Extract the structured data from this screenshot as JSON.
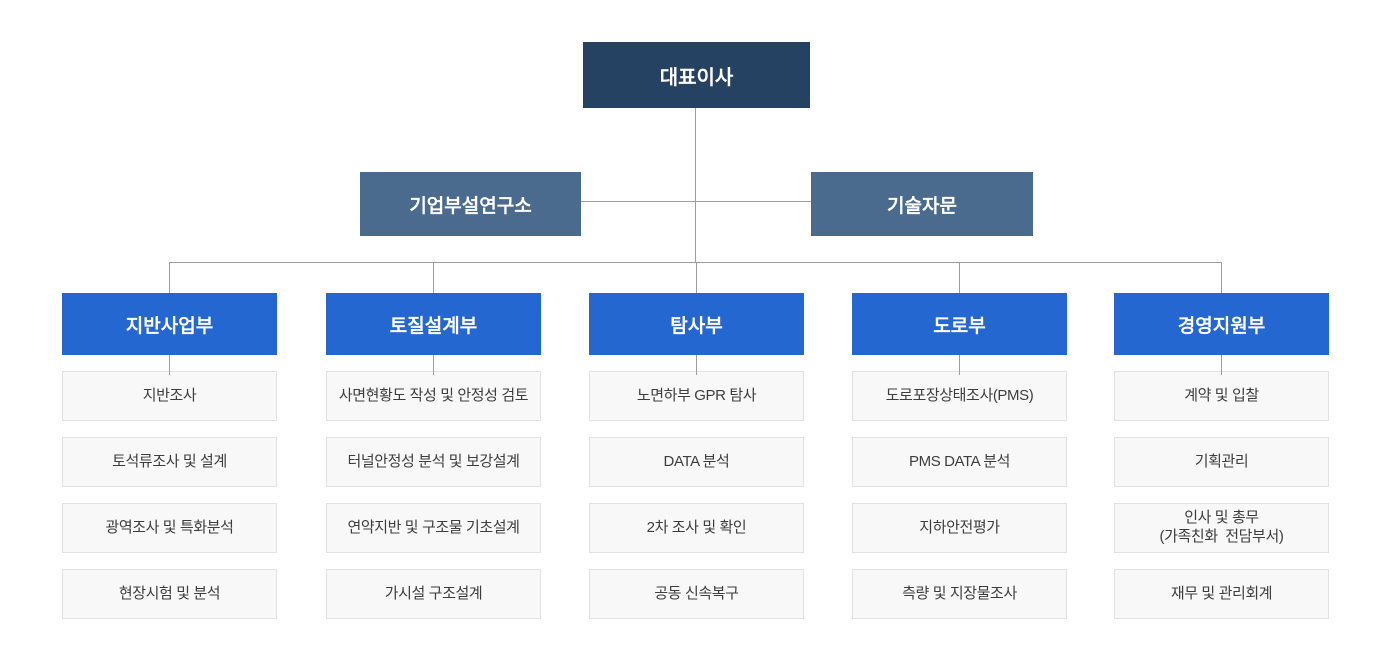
{
  "org_chart": {
    "ceo": "대표이사",
    "affiliates": [
      {
        "label": "기업부설연구소"
      },
      {
        "label": "기술자문"
      }
    ],
    "departments": [
      {
        "title": "지반사업부",
        "items": [
          "지반조사",
          "토석류조사 및 설계",
          "광역조사 및 특화분석",
          "현장시험 및 분석"
        ]
      },
      {
        "title": "토질설계부",
        "items": [
          "사면현황도 작성 및 안정성 검토",
          "터널안정성 분석 및 보강설계",
          "연약지반 및 구조물 기초설계",
          "가시설 구조설계"
        ]
      },
      {
        "title": "탐사부",
        "items": [
          "노면하부 GPR 탐사",
          "DATA 분석",
          "2차 조사 및 확인",
          "공동 신속복구"
        ]
      },
      {
        "title": "도로부",
        "items": [
          "도로포장상태조사(PMS)",
          "PMS DATA 분석",
          "지하안전평가",
          "측량 및 지장물조사"
        ]
      },
      {
        "title": "경영지원부",
        "items": [
          "계약 및 입찰",
          "기획관리",
          "인사 및 총무\n(가족친화  전담부서)",
          "재무 및 관리회계"
        ]
      }
    ],
    "colors": {
      "ceo_bg": "#254262",
      "affiliate_bg": "#4a6a8e",
      "dept_bg": "#2467d0",
      "item_bg": "#f8f8f8",
      "item_border": "#e2e2e2",
      "item_text": "#3d3d3d",
      "connector_line": "#9e9e9e"
    }
  }
}
